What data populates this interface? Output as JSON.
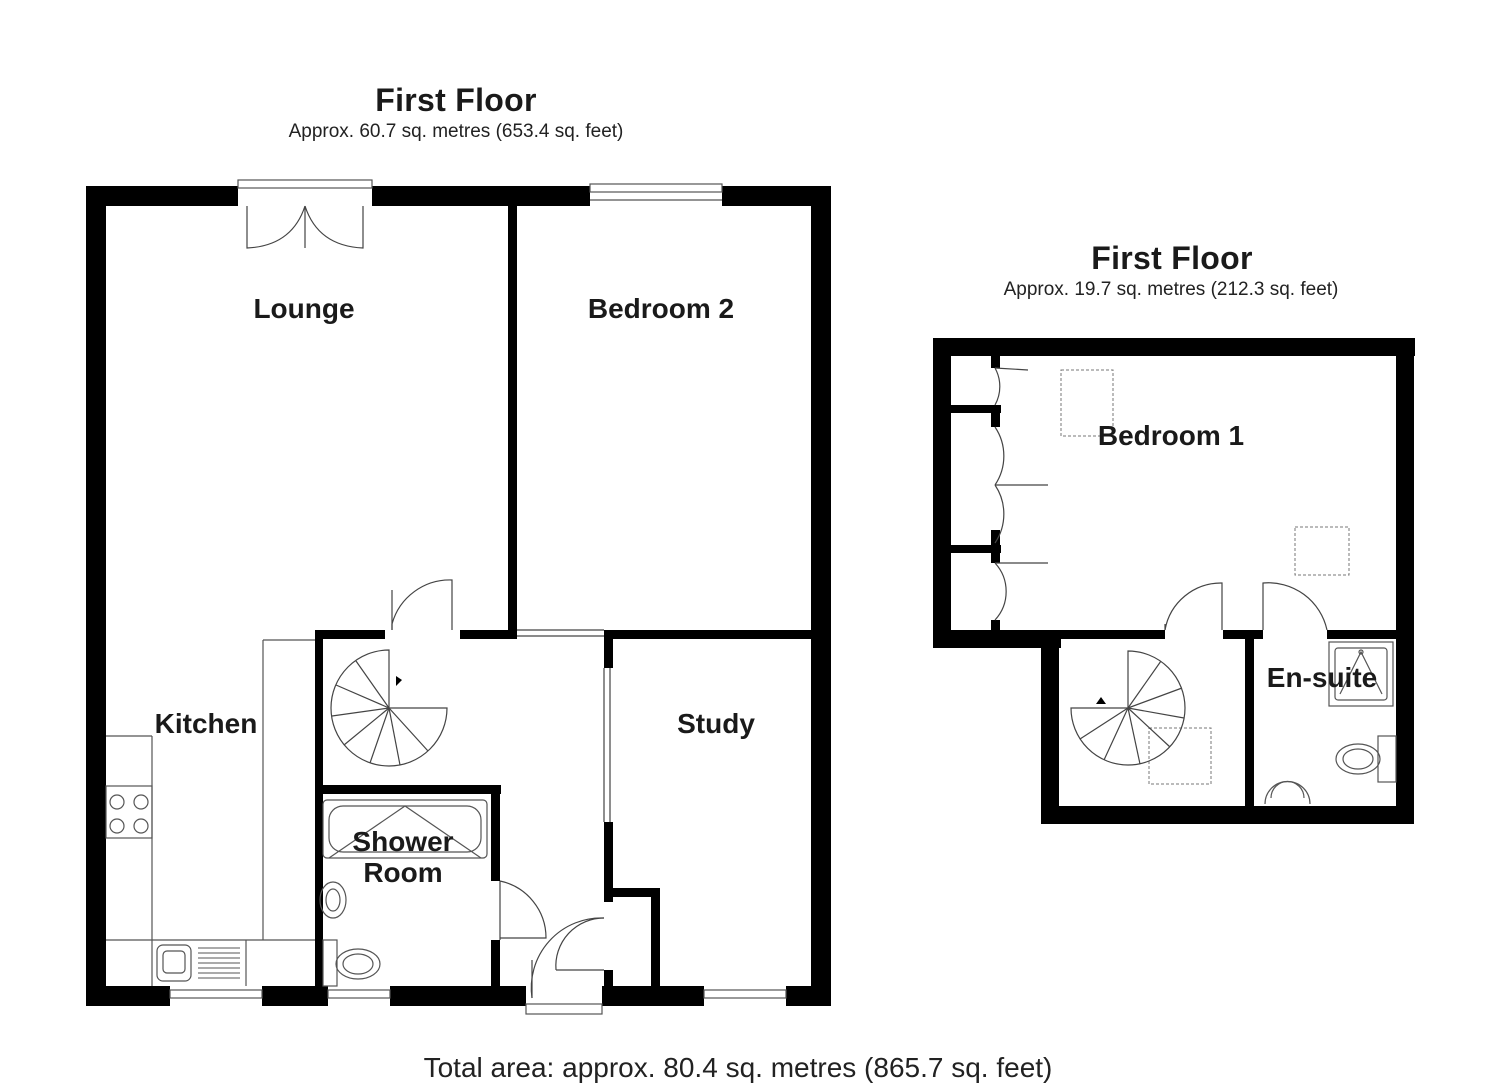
{
  "floors": [
    {
      "title": "First Floor",
      "area": "Approx. 60.7 sq. metres (653.4 sq. feet)",
      "rooms": [
        "Lounge",
        "Bedroom 2",
        "Kitchen",
        "Study",
        "Shower",
        "Room"
      ]
    },
    {
      "title": "First Floor",
      "area": "Approx. 19.7 sq. metres (212.3 sq. feet)",
      "rooms": [
        "Bedroom 1",
        "En-suite"
      ]
    }
  ],
  "total_area": "Total area: approx. 80.4 sq. metres (865.7 sq. feet)"
}
